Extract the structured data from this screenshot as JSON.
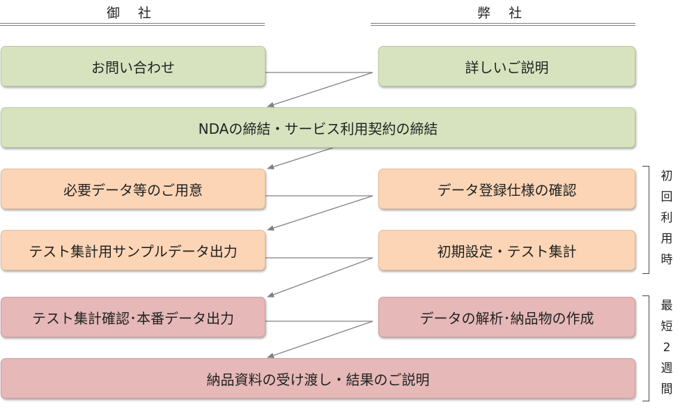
{
  "headers": {
    "left": "御 社",
    "right": "弊 社"
  },
  "boxes": {
    "inquiry": "お問い合わせ",
    "explanation": "詳しいご説明",
    "nda": "NDAの締結・サービス利用契約の締結",
    "prepare_data": "必要データ等のご用意",
    "confirm_spec": "データ登録仕様の確認",
    "test_output": "テスト集計用サンプルデータ出力",
    "initial_setup": "初期設定・テスト集計",
    "test_confirm": "テスト集計確認･本番データ出力",
    "analysis": "データの解析･納品物の作成",
    "delivery": "納品資料の受け渡し・結果のご説明"
  },
  "side_labels": {
    "first_use": "初\n回\n利\n用\n時",
    "shortest": "最\n短\n2\n週\n間"
  },
  "colors": {
    "green": "#d7e3bf",
    "orange": "#fbd5b6",
    "pink": "#e6b8b8",
    "arrow": "#808080"
  }
}
